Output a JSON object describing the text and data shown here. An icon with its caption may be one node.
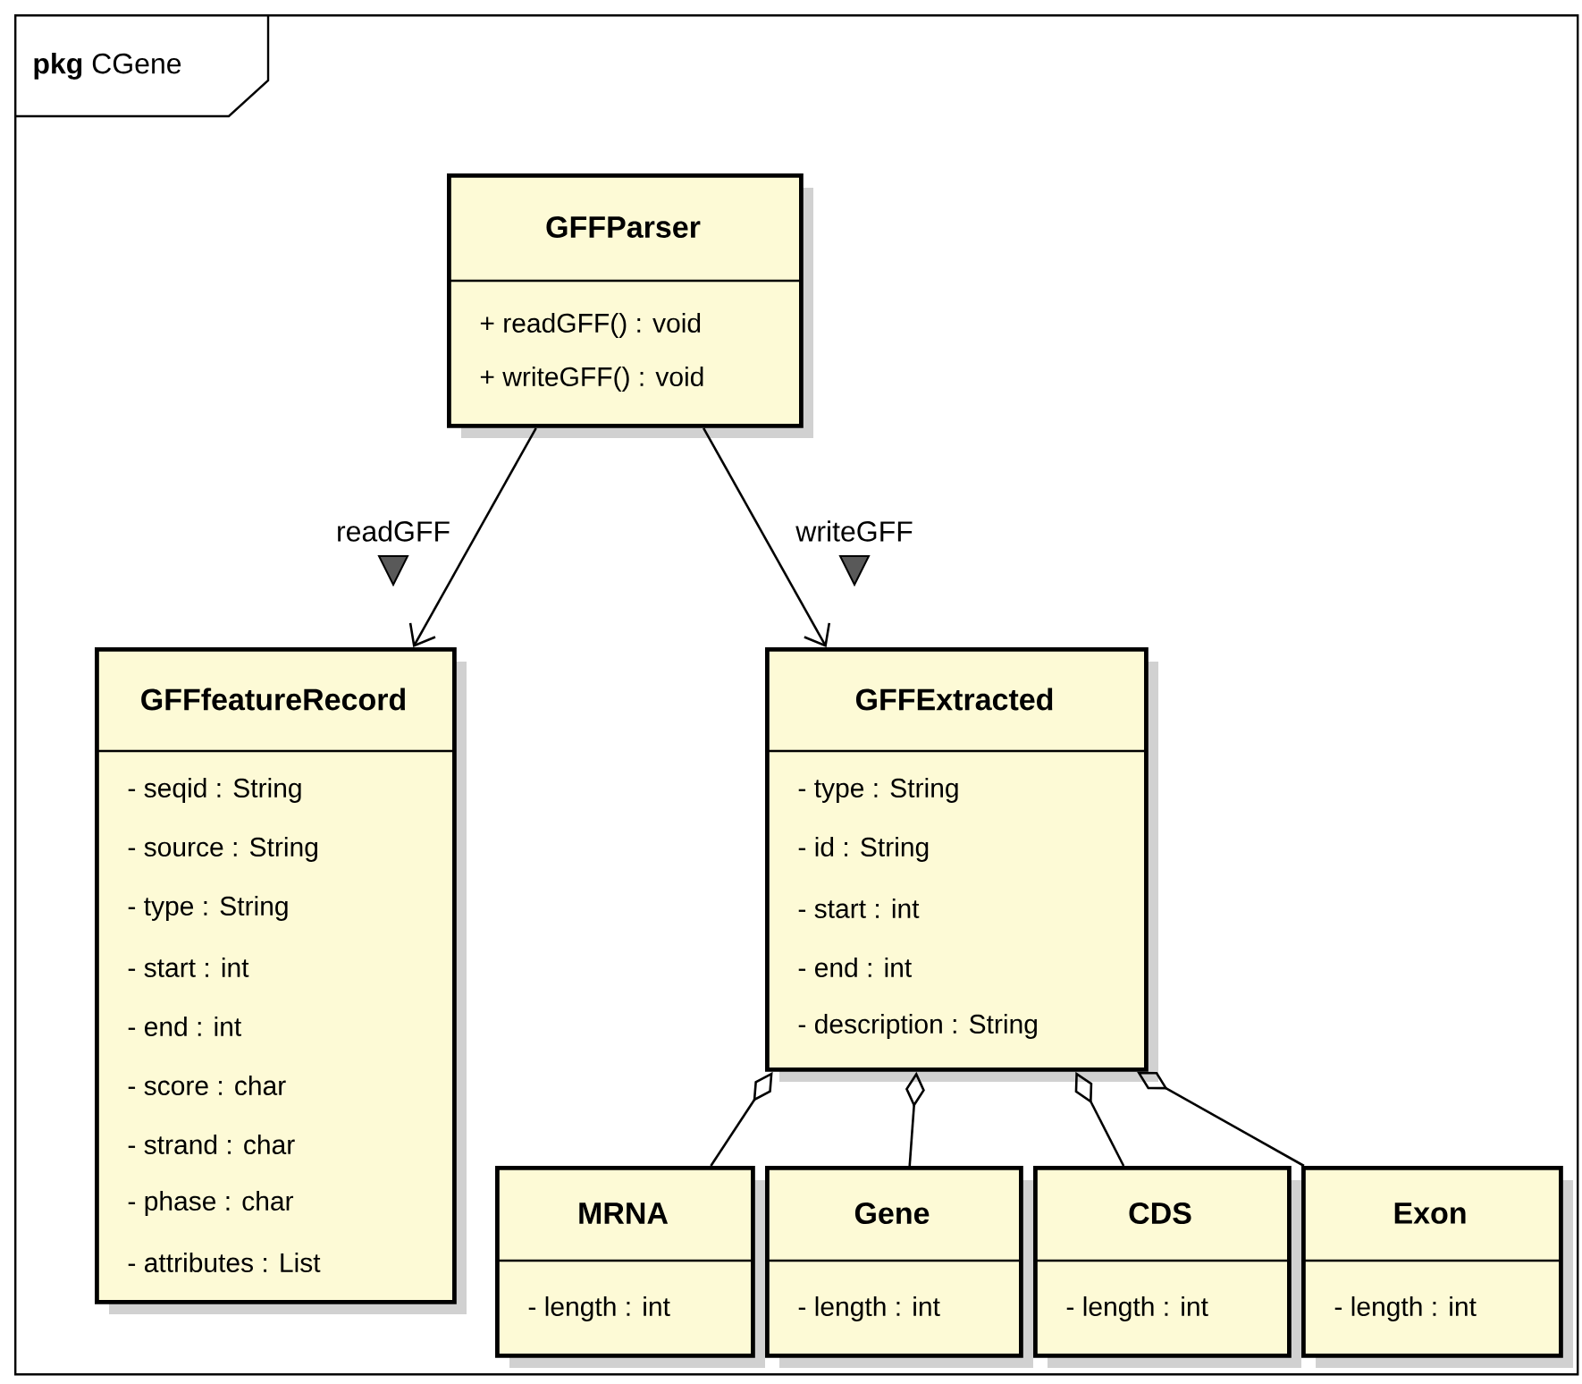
{
  "diagram": {
    "nodes": [
      {
        "text": [
          "**pkg** CGene"
        ]
      },
      {
        "text": [
          "GFFParser",
          "+ readGFF() : void",
          "+ writeGFF() : void"
        ],
        "in": 0
      },
      {
        "text": [
          "GFFfeatureRecord",
          "- seqid : String",
          "- source : String",
          "- type : String",
          "- start : int",
          "- end : int",
          "- score : char",
          "- strand : char",
          "- phase : char",
          "- attributes : List"
        ],
        "in": 0
      },
      {
        "text": [
          "GFFExtracted",
          "- type : String",
          "- id : String",
          "- start : int",
          "- end : int",
          "- description : String"
        ],
        "in": 0
      },
      {
        "text": [
          "MRNA",
          "- length : int"
        ],
        "in": 0
      },
      {
        "text": [
          "Gene",
          "- length : int"
        ],
        "in": 0
      },
      {
        "text": [
          "CDS",
          "- length : int"
        ],
        "in": 0
      },
      {
        "text": [
          "Exon",
          "- length : int"
        ],
        "in": 0
      }
    ],
    "edges": [
      {
        "from": 1,
        "to": 2,
        "arrow": "to",
        "label": "readGFF"
      },
      {
        "from": 1,
        "to": 3,
        "arrow": "to",
        "label": "writeGFF"
      },
      {
        "from": 3,
        "to": 4,
        "arrow": "other"
      },
      {
        "from": 3,
        "to": 5,
        "arrow": "other"
      },
      {
        "from": 3,
        "to": 6,
        "arrow": "other"
      },
      {
        "from": 3,
        "to": 7,
        "arrow": "other"
      }
    ]
  }
}
